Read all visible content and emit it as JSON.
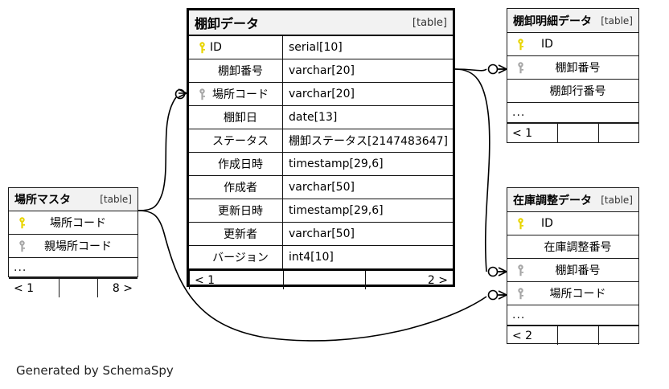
{
  "diagram": {
    "credit": "Generated by SchemaSpy",
    "table_tag": "[table]",
    "ellipsis": "...",
    "colors": {
      "pk_key": "#e8d500",
      "fk_key": "#a6a6a6",
      "border": "#1a1a1a",
      "header_bg": "#f2f2f2",
      "background": "#ffffff"
    }
  },
  "tables": {
    "inventory": {
      "name": "棚卸データ",
      "tag": "[table]",
      "columns": [
        {
          "key": "pk",
          "name": "ID",
          "type": "serial[10]"
        },
        {
          "key": "none",
          "name": "棚卸番号",
          "type": "varchar[20]"
        },
        {
          "key": "fk",
          "name": "場所コード",
          "type": "varchar[20]"
        },
        {
          "key": "none",
          "name": "棚卸日",
          "type": "date[13]"
        },
        {
          "key": "none",
          "name": "ステータス",
          "type": "棚卸ステータス[2147483647]"
        },
        {
          "key": "none",
          "name": "作成日時",
          "type": "timestamp[29,6]"
        },
        {
          "key": "none",
          "name": "作成者",
          "type": "varchar[50]"
        },
        {
          "key": "none",
          "name": "更新日時",
          "type": "timestamp[29,6]"
        },
        {
          "key": "none",
          "name": "更新者",
          "type": "varchar[50]"
        },
        {
          "key": "none",
          "name": "バージョン",
          "type": "int4[10]"
        }
      ],
      "footer": {
        "left": "< 1",
        "middle": "",
        "right": "2 >"
      }
    },
    "inventory_detail": {
      "name": "棚卸明細データ",
      "tag": "[table]",
      "columns": [
        {
          "key": "pk",
          "name": "ID"
        },
        {
          "key": "fk",
          "name": "棚卸番号"
        },
        {
          "key": "none",
          "name": "棚卸行番号"
        }
      ],
      "more": "...",
      "footer": {
        "left": "< 1",
        "middle": "",
        "right": ""
      }
    },
    "stock_adjust": {
      "name": "在庫調整データ",
      "tag": "[table]",
      "columns": [
        {
          "key": "pk",
          "name": "ID"
        },
        {
          "key": "none",
          "name": "在庫調整番号"
        },
        {
          "key": "fk",
          "name": "棚卸番号"
        },
        {
          "key": "fk",
          "name": "場所コード"
        }
      ],
      "more": "...",
      "footer": {
        "left": "< 2",
        "middle": "",
        "right": ""
      }
    },
    "location_master": {
      "name": "場所マスタ",
      "tag": "[table]",
      "columns": [
        {
          "key": "pk",
          "name": "場所コード"
        },
        {
          "key": "fk",
          "name": "親場所コード"
        }
      ],
      "more": "...",
      "footer": {
        "left": "< 1",
        "middle": "",
        "right": "8 >"
      }
    }
  },
  "relationships": [
    {
      "name": "inventory-to-inventory-detail",
      "from": "棚卸データ.棚卸番号",
      "to": "棚卸明細データ.棚卸番号"
    },
    {
      "name": "inventory-to-stock-adjust",
      "from": "棚卸データ.棚卸番号",
      "to": "在庫調整データ.棚卸番号"
    },
    {
      "name": "location-to-inventory",
      "from": "場所マスタ.場所コード",
      "to": "棚卸データ.場所コード"
    },
    {
      "name": "location-to-stock-adjust",
      "from": "場所マスタ.場所コード",
      "to": "在庫調整データ.場所コード"
    }
  ]
}
